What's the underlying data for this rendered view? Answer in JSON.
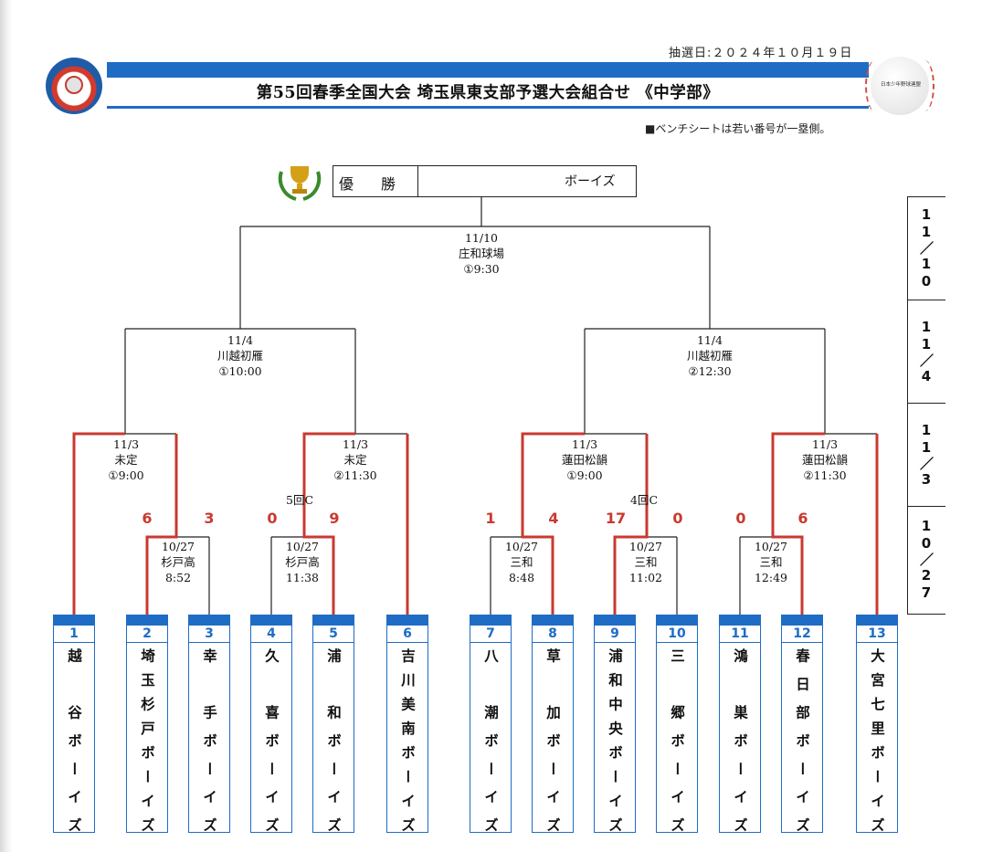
{
  "header": {
    "draw_date": "抽選日:２０２４年１０月１９日",
    "title": "第55回春季全国大会 埼玉県東支部予選大会組合せ 《中学部》",
    "note": "■ベンチシートは若い番号が一塁側。",
    "ball_label": "日本少年野球連盟"
  },
  "champion": {
    "label": "優勝",
    "value": "ボーイズ"
  },
  "final": {
    "date": "11/10",
    "venue": "庄和球場",
    "time": "①9:30"
  },
  "semis": [
    {
      "date": "11/4",
      "venue": "川越初雁",
      "time": "①10:00"
    },
    {
      "date": "11/4",
      "venue": "川越初雁",
      "time": "②12:30"
    }
  ],
  "quarters": [
    {
      "date": "11/3",
      "venue": "未定",
      "time": "①9:00"
    },
    {
      "date": "11/3",
      "venue": "未定",
      "time": "②11:30"
    },
    {
      "date": "11/3",
      "venue": "蓮田松韻",
      "time": "①9:00"
    },
    {
      "date": "11/3",
      "venue": "蓮田松韻",
      "time": "②11:30"
    }
  ],
  "first_round": [
    {
      "date": "10/27",
      "venue": "杉戸高",
      "time": "8:52"
    },
    {
      "date": "10/27",
      "venue": "杉戸高",
      "time": "11:38"
    },
    {
      "date": "10/27",
      "venue": "三和",
      "time": "8:48"
    },
    {
      "date": "10/27",
      "venue": "三和",
      "time": "11:02"
    },
    {
      "date": "10/27",
      "venue": "三和",
      "time": "12:49"
    }
  ],
  "special_labels": {
    "m2": "5回C",
    "m4": "4回C"
  },
  "scores": [
    "6",
    "3",
    "0",
    "9",
    "1",
    "4",
    "17",
    "0",
    "0",
    "6"
  ],
  "teams": [
    {
      "num": "1",
      "name": "越　谷ボーイズ"
    },
    {
      "num": "2",
      "name": "埼玉杉戸ボーイズ"
    },
    {
      "num": "3",
      "name": "幸　手ボーイズ"
    },
    {
      "num": "4",
      "name": "久　喜ボーイズ"
    },
    {
      "num": "5",
      "name": "浦　和ボーイズ"
    },
    {
      "num": "6",
      "name": "吉川美南ボーイズ"
    },
    {
      "num": "7",
      "name": "八　潮ボーイズ"
    },
    {
      "num": "8",
      "name": "草　加ボーイズ"
    },
    {
      "num": "9",
      "name": "浦和中央ボーイズ"
    },
    {
      "num": "10",
      "name": "三　郷ボーイズ"
    },
    {
      "num": "11",
      "name": "鴻　巣ボーイズ"
    },
    {
      "num": "12",
      "name": "春日部ボーイズ"
    },
    {
      "num": "13",
      "name": "大宮七里ボーイズ"
    }
  ],
  "rounds_column": [
    "11／10",
    "11／4",
    "11／3",
    "10／27"
  ],
  "colors": {
    "blue": "#1f6cc4",
    "red": "#c83a30",
    "line": "#222222"
  }
}
